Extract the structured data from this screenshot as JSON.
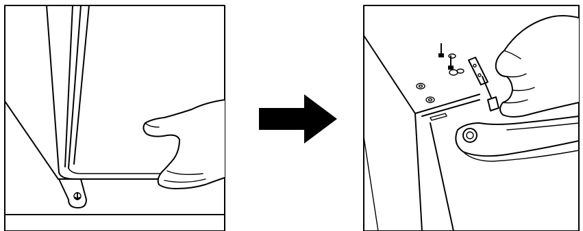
{
  "figure": {
    "panels": [
      {
        "id": "left",
        "depicts": "door-bottom-hinge"
      },
      {
        "id": "right",
        "depicts": "top-hinge-screws"
      }
    ],
    "arrow": {
      "direction": "right",
      "color": "#000000"
    },
    "colors": {
      "stroke": "#000000",
      "background": "#ffffff"
    },
    "icons": [
      "hand-icon",
      "screw-icon",
      "hinge-bracket-icon",
      "door-handle-icon"
    ]
  }
}
